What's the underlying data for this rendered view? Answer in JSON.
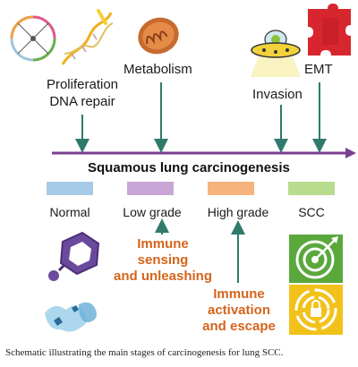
{
  "top_labels": {
    "proliferation": "Proliferation",
    "dna_repair": "DNA repair",
    "metabolism": "Metabolism",
    "invasion": "Invasion",
    "emt": "EMT"
  },
  "timeline_title": "Squamous lung carcinogenesis",
  "stages": [
    {
      "label": "Normal",
      "color": "#a7cbe6"
    },
    {
      "label": "Low grade",
      "color": "#c9a6d6"
    },
    {
      "label": "High grade",
      "color": "#f6b37c"
    },
    {
      "label": "SCC",
      "color": "#b7dc8e"
    }
  ],
  "immune_labels": {
    "sensing_line1": "Immune",
    "sensing_line2": "sensing",
    "sensing_line3": "and unleashing",
    "activation_line1": "Immune",
    "activation_line2": "activation",
    "activation_line3": "and escape"
  },
  "caption": "Schematic illustrating the main stages of carcinogenesis for lung SCC.",
  "colors": {
    "timeline_arrow": "#7b3f8f",
    "pointer_arrow": "#2f7a6c",
    "immune_text": "#d5641b",
    "target_icon_green": "#5aa83c",
    "lock_icon_yellow": "#f2c21b",
    "puzzle_red": "#d8262f",
    "ufo_yellow": "#f1d23a",
    "ring_purple": "#6a4a9c"
  }
}
